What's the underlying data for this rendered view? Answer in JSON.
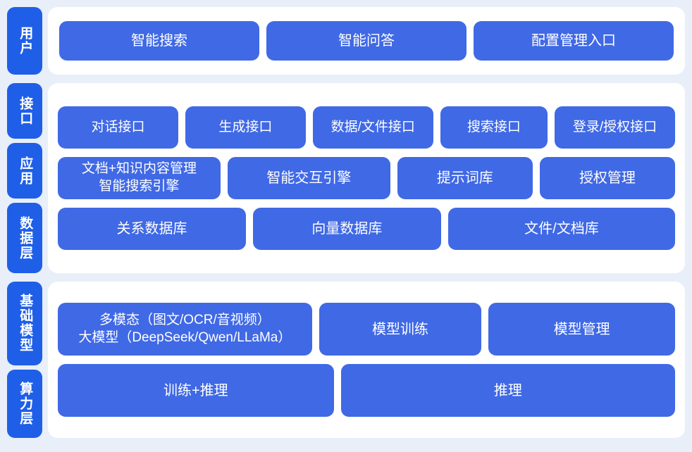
{
  "theme": {
    "page_background": "#e9eff8",
    "panel_background": "#ffffff",
    "label_blue": "#1f5fe8",
    "card_blue": "#4069e5",
    "card_text": "#ffffff"
  },
  "sections": [
    {
      "id": "user",
      "labels": [
        "用户"
      ],
      "rows": [
        {
          "cards": [
            {
              "label": "智能搜索"
            },
            {
              "label": "智能问答"
            },
            {
              "label": "配置管理入口"
            }
          ]
        }
      ]
    },
    {
      "id": "core",
      "labels": [
        "接口",
        "应用",
        "数据层"
      ],
      "rows": [
        {
          "name": "interface-row",
          "cards": [
            {
              "label": "对话接口"
            },
            {
              "label": "生成接口"
            },
            {
              "label": "数据/文件接口"
            },
            {
              "label": "搜索接口"
            },
            {
              "label": "登录/授权接口"
            }
          ]
        },
        {
          "name": "application-row",
          "cards": [
            {
              "label": "文档+知识内容管理\n智能搜索引擎"
            },
            {
              "label": "智能交互引擎"
            },
            {
              "label": "提示词库"
            },
            {
              "label": "授权管理"
            }
          ]
        },
        {
          "name": "data-row",
          "cards": [
            {
              "label": "关系数据库"
            },
            {
              "label": "向量数据库"
            },
            {
              "label": "文件/文档库"
            }
          ]
        }
      ]
    },
    {
      "id": "model",
      "labels": [
        "基础模型",
        "算力层"
      ],
      "rows": [
        {
          "name": "base-model-row",
          "cards": [
            {
              "label": "多模态（图文/OCR/音视频）\n大模型（DeepSeek/Qwen/LLaMa）"
            },
            {
              "label": "模型训练"
            },
            {
              "label": "模型管理"
            }
          ]
        },
        {
          "name": "compute-row",
          "cards": [
            {
              "label": "训练+推理"
            },
            {
              "label": "推理"
            }
          ]
        }
      ]
    }
  ]
}
